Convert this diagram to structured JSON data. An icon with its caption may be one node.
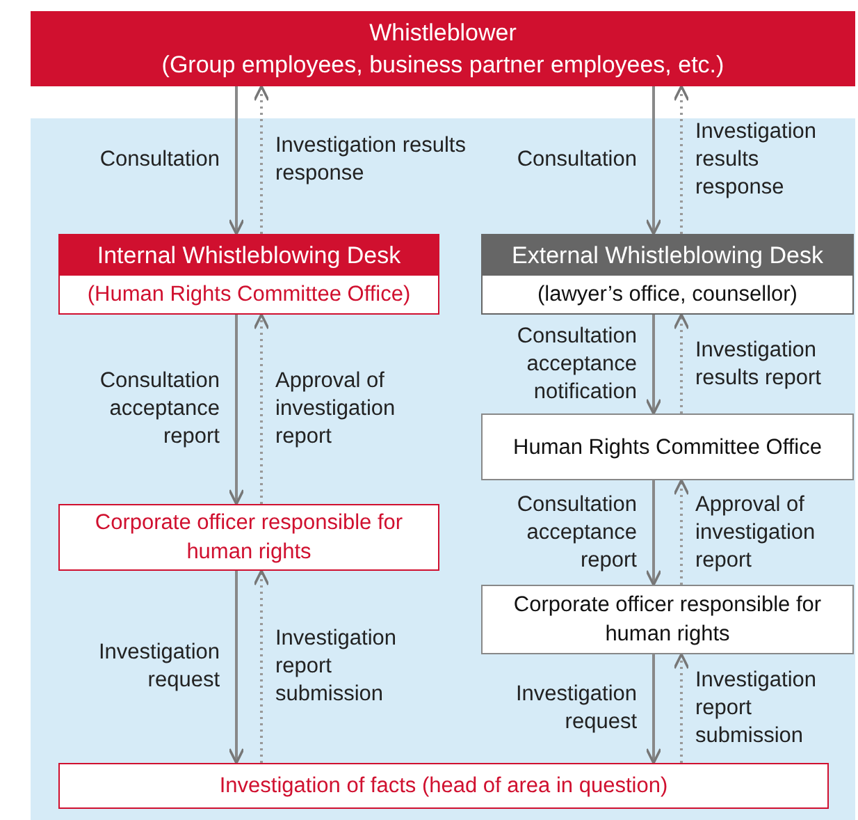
{
  "diagram": {
    "nodes": [
      {
        "text": [
          "Whistleblower",
          "(Group employees, business partner employees, etc.)"
        ]
      },
      {
        "text": [
          "Internal Whistleblowing Desk",
          "(Human Rights Committee Office)"
        ]
      },
      {
        "text": [
          "External Whistleblowing Desk",
          "(lawyer’s office, counsellor)"
        ]
      },
      {
        "text": [
          "Corporate officer responsible for human rights"
        ]
      },
      {
        "text": [
          "Human Rights Committee Office"
        ]
      },
      {
        "text": [
          "Corporate officer responsible for human rights"
        ]
      },
      {
        "text": [
          "Investigation of facts (head of area in question)"
        ]
      }
    ],
    "edges": [
      {
        "from": 0,
        "to": 1,
        "arrow": "to",
        "label": "Consultation"
      },
      {
        "from": 1,
        "to": 0,
        "arrow": "to",
        "label": "Investigation results response",
        "style": "dashed"
      },
      {
        "from": 0,
        "to": 2,
        "arrow": "to",
        "label": "Consultation"
      },
      {
        "from": 2,
        "to": 0,
        "arrow": "to",
        "label": "Investigation results response",
        "style": "dashed"
      },
      {
        "from": 1,
        "to": 3,
        "arrow": "to",
        "label": "Consultation acceptance report"
      },
      {
        "from": 3,
        "to": 1,
        "arrow": "to",
        "label": "Approval of investigation report",
        "style": "dashed"
      },
      {
        "from": 2,
        "to": 4,
        "arrow": "to",
        "label": "Consultation acceptance notification"
      },
      {
        "from": 4,
        "to": 2,
        "arrow": "to",
        "label": "Investigation results report",
        "style": "dashed"
      },
      {
        "from": 4,
        "to": 5,
        "arrow": "to",
        "label": "Consultation acceptance report"
      },
      {
        "from": 5,
        "to": 4,
        "arrow": "to",
        "label": "Approval of investigation report",
        "style": "dashed"
      },
      {
        "from": 3,
        "to": 6,
        "arrow": "to",
        "label": "Investigation request"
      },
      {
        "from": 6,
        "to": 3,
        "arrow": "to",
        "label": "Investigation report submission",
        "style": "dashed"
      },
      {
        "from": 5,
        "to": 6,
        "arrow": "to",
        "label": "Investigation request"
      },
      {
        "from": 6,
        "to": 5,
        "arrow": "to",
        "label": "Investigation report submission",
        "style": "dashed"
      }
    ]
  }
}
